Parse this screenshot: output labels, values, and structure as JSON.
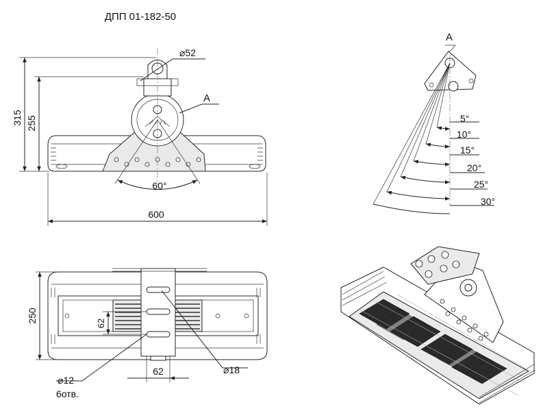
{
  "title": "ДПП 01-182-50",
  "front_view": {
    "dim_mount_diameter": "52",
    "dim_height_total": "315",
    "dim_height_body": "255",
    "detail_ref": "А",
    "dim_tilt_angle": "60°",
    "dim_width": "600"
  },
  "detail_view": {
    "label": "А",
    "angles": [
      "5°",
      "10°",
      "15°",
      "20°",
      "25°",
      "30°"
    ]
  },
  "bottom_view": {
    "dim_depth": "250",
    "dim_slot_pitch_v": "62",
    "dim_slot_pitch_h": "62",
    "dim_hole_diameter": "18",
    "dim_small_hole_diameter": "12",
    "small_hole_count": "6отв."
  },
  "colors": {
    "line": "#222222",
    "led": "#2a2a2a"
  }
}
